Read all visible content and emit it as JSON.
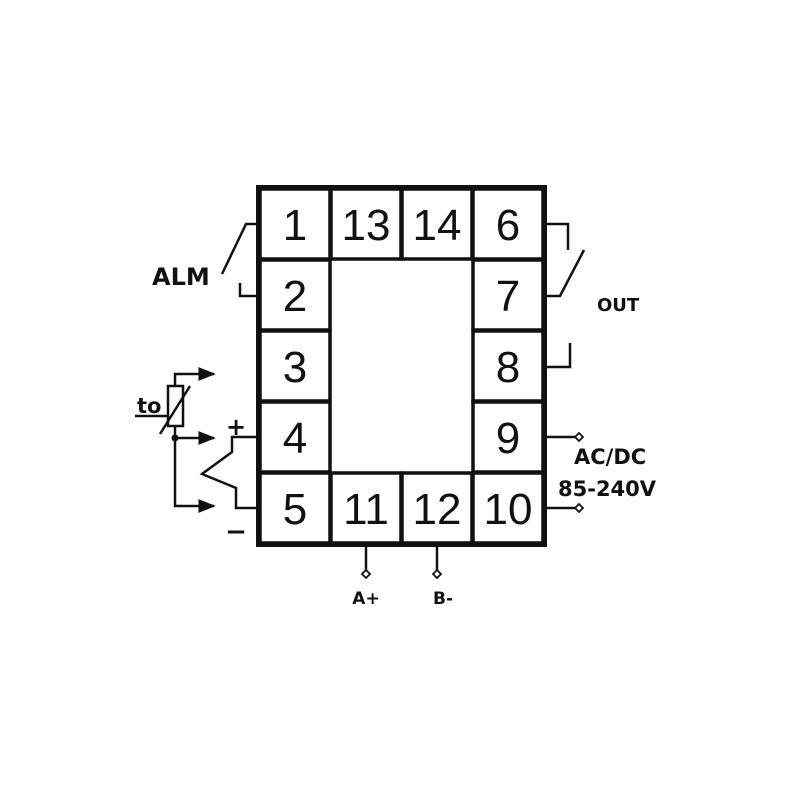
{
  "terminals": {
    "t1": "1",
    "t2": "2",
    "t3": "3",
    "t4": "4",
    "t5": "5",
    "t6": "6",
    "t7": "7",
    "t8": "8",
    "t9": "9",
    "t10": "10",
    "t11": "11",
    "t12": "12",
    "t13": "13",
    "t14": "14"
  },
  "labels": {
    "alm": "ALM",
    "out": "OUT",
    "supply_type": "AC/DC",
    "supply_voltage": "85-240V",
    "bus_a": "A+",
    "bus_b": "B-",
    "rtd": "to",
    "plus": "+",
    "minus": "−"
  },
  "colors": {
    "line": "#111111",
    "background": "#ffffff"
  },
  "icons": [
    "relay-switch-icon",
    "rtd-sensor-icon",
    "thermocouple-icon",
    "terminal-arrow-icon"
  ]
}
